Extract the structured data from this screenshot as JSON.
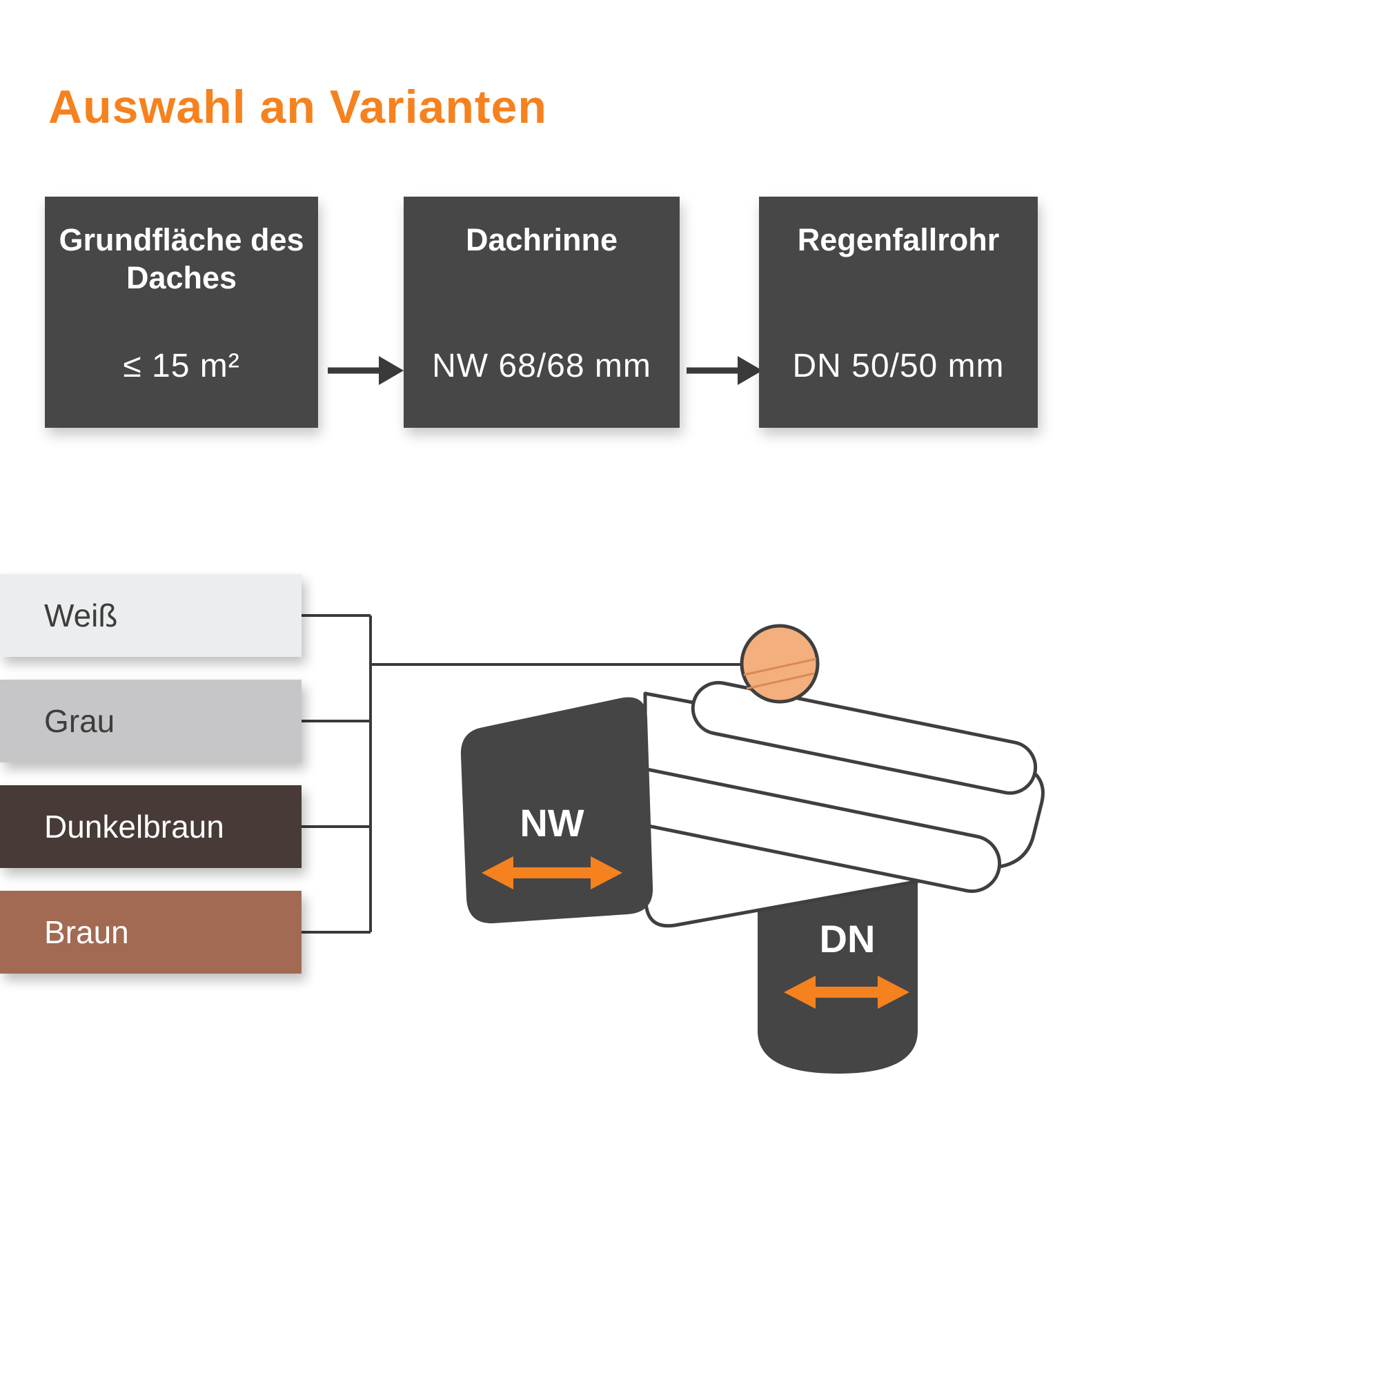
{
  "page": {
    "title": "Auswahl an Varianten"
  },
  "flow": {
    "steps": [
      {
        "id": "roof-area",
        "title": "Grundfläche des Daches",
        "value": "≤ 15  m²"
      },
      {
        "id": "gutter",
        "title": "Dachrinne",
        "value": "NW 68/68 mm"
      },
      {
        "id": "downpipe",
        "title": "Regenfallrohr",
        "value": "DN 50/50 mm"
      }
    ]
  },
  "color_options": [
    {
      "label": "Weiß",
      "swatch": "#ECEDEE",
      "text_color": "#3D3D3D"
    },
    {
      "label": "Grau",
      "swatch": "#C6C6C8",
      "text_color": "#3D3D3D"
    },
    {
      "label": "Dunkelbraun",
      "swatch": "#473A37",
      "text_color": "#FFFFFF"
    },
    {
      "label": "Braun",
      "swatch": "#A26A52",
      "text_color": "#FFFFFF"
    }
  ],
  "illustration": {
    "gutter_label": "NW",
    "downpipe_label": "DN"
  },
  "theme": {
    "accent_orange": "#F5821F",
    "box_background": "#474747",
    "box_text": "#FFFFFF",
    "line_color": "#3A3A3A",
    "circle_fill": "#F3AF7D",
    "background": "#FFFFFF"
  }
}
